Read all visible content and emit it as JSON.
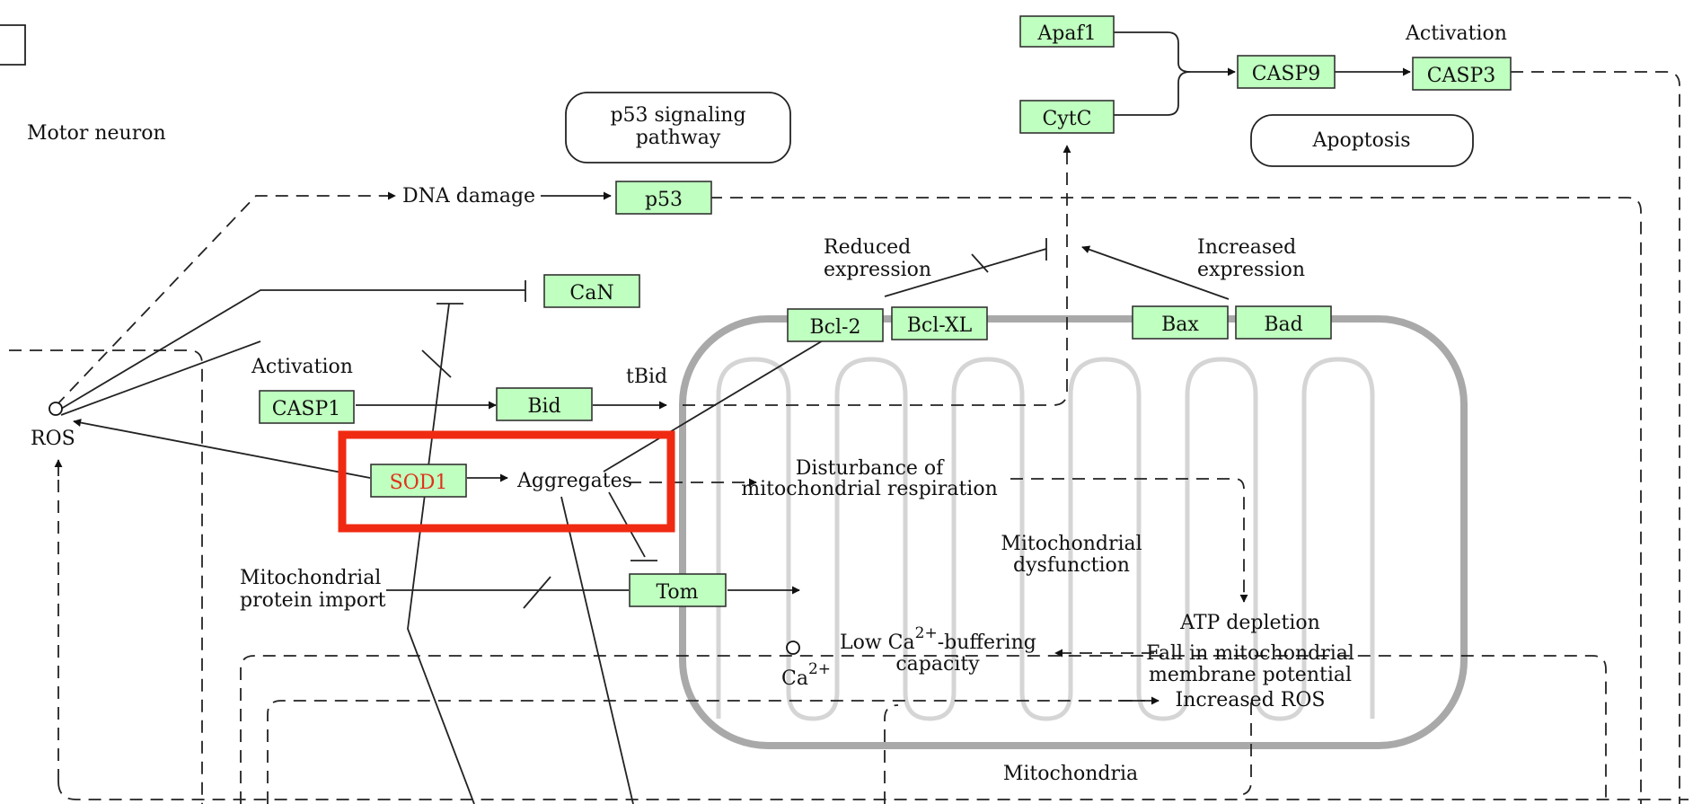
{
  "colors": {
    "node_fill": "#bfffbf",
    "highlight_box": "#f02a12",
    "highlight_text": "#e0321a",
    "mitochondria_outline": "#a9a9a9"
  },
  "labels": {
    "motor_neuron": "Motor neuron",
    "dna_damage": "DNA damage",
    "activation_left": "Activation",
    "activation_right": "Activation",
    "tbid": "tBid",
    "ros": "ROS",
    "aggregates": "Aggregates",
    "reduced_expression": [
      "Reduced",
      "expression"
    ],
    "increased_expression": [
      "Increased",
      "expression"
    ],
    "disturbance": [
      "Disturbance of",
      "mitochondrial respiration"
    ],
    "mito_dysfunction": [
      "Mitochondrial",
      "dysfunction"
    ],
    "protein_import": [
      "Mitochondrial",
      "protein import"
    ],
    "ca_buffering_low": "Low Ca",
    "ca_buffering_sup": "2+",
    "ca_buffering_rest": "-buffering",
    "ca_buffering_line2": "capacity",
    "ca_ion": "Ca",
    "ca_ion_sup": "2+",
    "atp": [
      "ATP depletion",
      "Fall in mitochondrial",
      "membrane potential",
      "Increased ROS"
    ],
    "mitochondria": "Mitochondria"
  },
  "pathways": {
    "p53": [
      "p53 signaling",
      "pathway"
    ],
    "apoptosis": "Apoptosis"
  },
  "nodes": {
    "apaf1": "Apaf1",
    "cytc": "CytC",
    "casp9": "CASP9",
    "casp3": "CASP3",
    "p53": "p53",
    "can": "CaN",
    "bcl2": "Bcl-2",
    "bclxl": "Bcl-XL",
    "bax": "Bax",
    "bad": "Bad",
    "casp1": "CASP1",
    "bid": "Bid",
    "sod1": "SOD1",
    "tom": "Tom"
  }
}
